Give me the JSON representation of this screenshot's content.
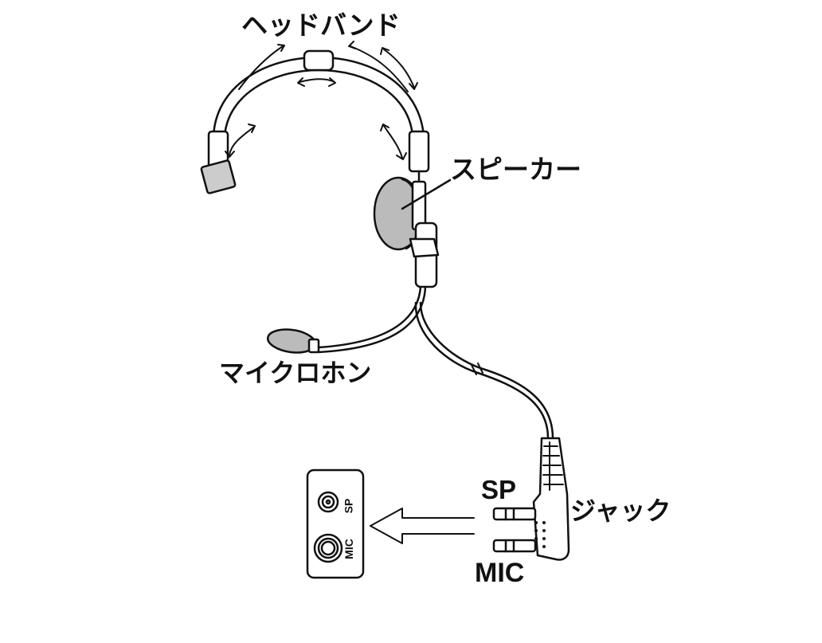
{
  "labels": {
    "headband": "ヘッドバンド",
    "speaker": "スピーカー",
    "microphone": "マイクロホン",
    "jack": "ジャック",
    "plug_sp": "SP",
    "plug_mic": "MIC"
  },
  "panel": {
    "sp": "SP",
    "mic": "MIC"
  },
  "colors": {
    "ink": "#111111",
    "background": "#ffffff",
    "fill": "#bdbdbd"
  }
}
